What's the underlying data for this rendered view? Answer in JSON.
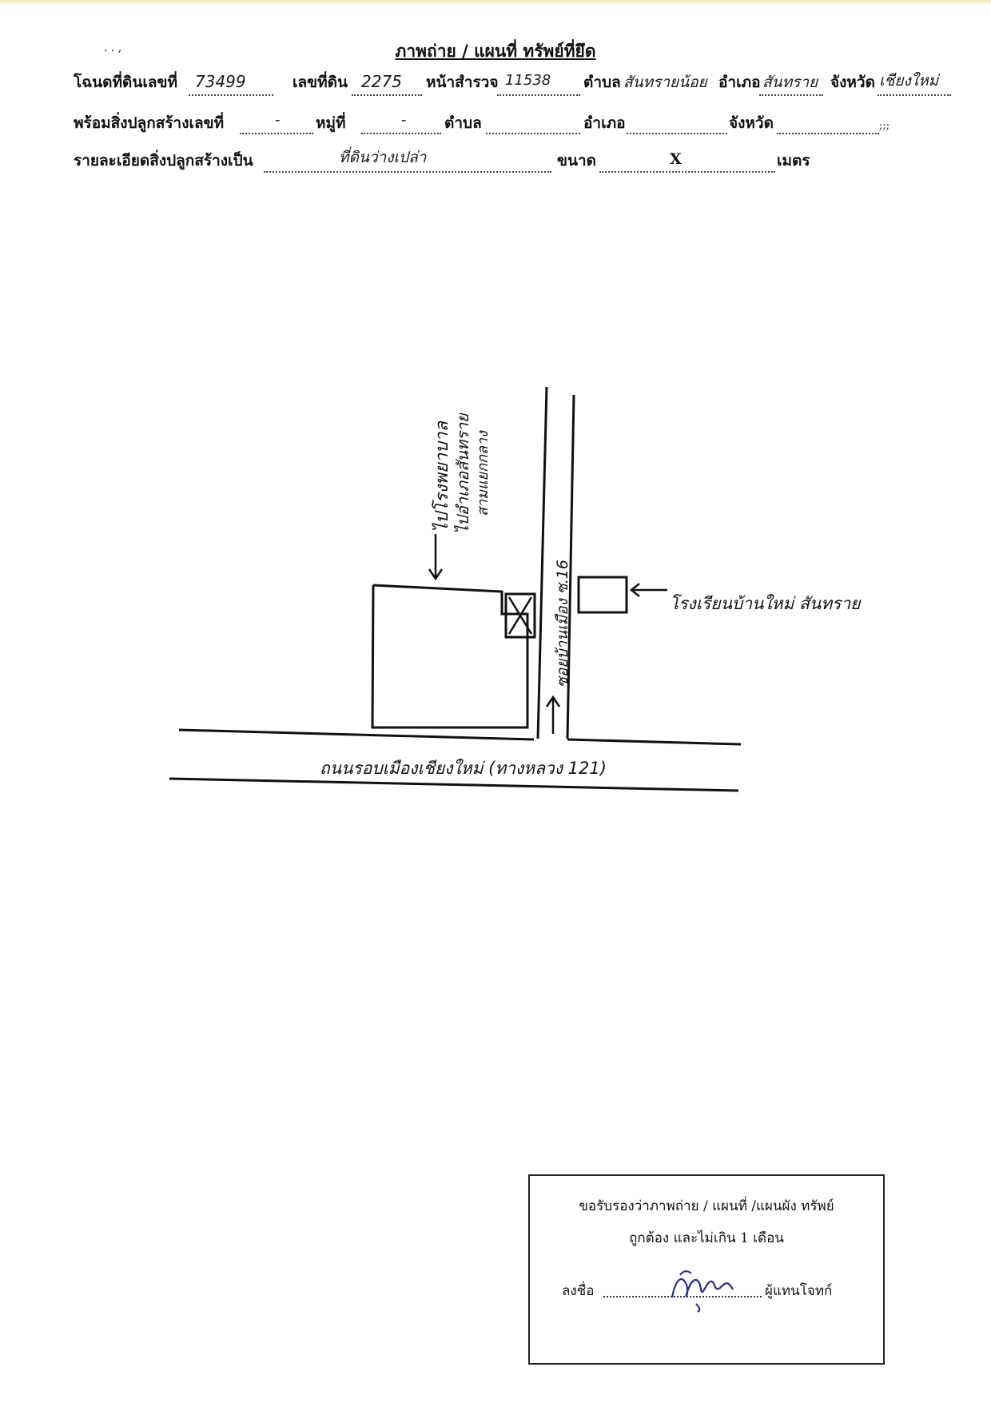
{
  "title": "ภาพถ่าย / แผนที่ ทรัพย์ที่ยึด",
  "stray_marks": ". . ,",
  "row1": {
    "deed_label": "โฉนดที่ดินเลขที่",
    "deed_no": "73499",
    "land_no_label": "เลขที่ดิน",
    "land_no": "2275",
    "survey_label": "หน้าสำรวจ",
    "survey_no": "11538",
    "tambon_label": "ตำบล",
    "tambon": "สันทรายน้อย",
    "amphoe_label": "อำเภอ",
    "amphoe": "สันทราย",
    "province_label": "จังหวัด",
    "province": "เชียงใหม่"
  },
  "row2": {
    "building_no_label": "พร้อมสิ่งปลูกสร้างเลขที่",
    "building_no": "-",
    "moo_label": "หมู่ที่",
    "moo": "-",
    "tambon_label": "ตำบล",
    "amphoe_label": "อำเภอ",
    "province_label": "จังหวัด",
    "tail_marks": ";;;"
  },
  "row3": {
    "detail_label": "รายละเอียดสิ่งปลูกสร้างเป็น",
    "detail": "ที่ดินว่างเปล่า",
    "size_label": "ขนาด",
    "size_x": "X",
    "unit_label": "เมตร"
  },
  "map": {
    "label_top_1": "ไปโรงพยาบาล",
    "label_top_2": "ไปอำเภอสันทราย",
    "label_top_3": "สามแยกกลาง",
    "side_road": "ซอยบ้านเมือง ซ.16",
    "school": "โรงเรียนบ้านใหม่ สันทราย",
    "main_road": "ถนนรอบเมืองเชียงใหม่ (ทางหลวง 121)"
  },
  "certificate": {
    "line1": "ขอรับรองว่าภาพถ่าย / แผนที่ /แผนผัง ทรัพย์",
    "line2": "ถูกต้อง และไม่เกิน 1 เดือน",
    "sign_label": "ลงชื่อ",
    "role": "ผู้แทนโจทก์"
  }
}
